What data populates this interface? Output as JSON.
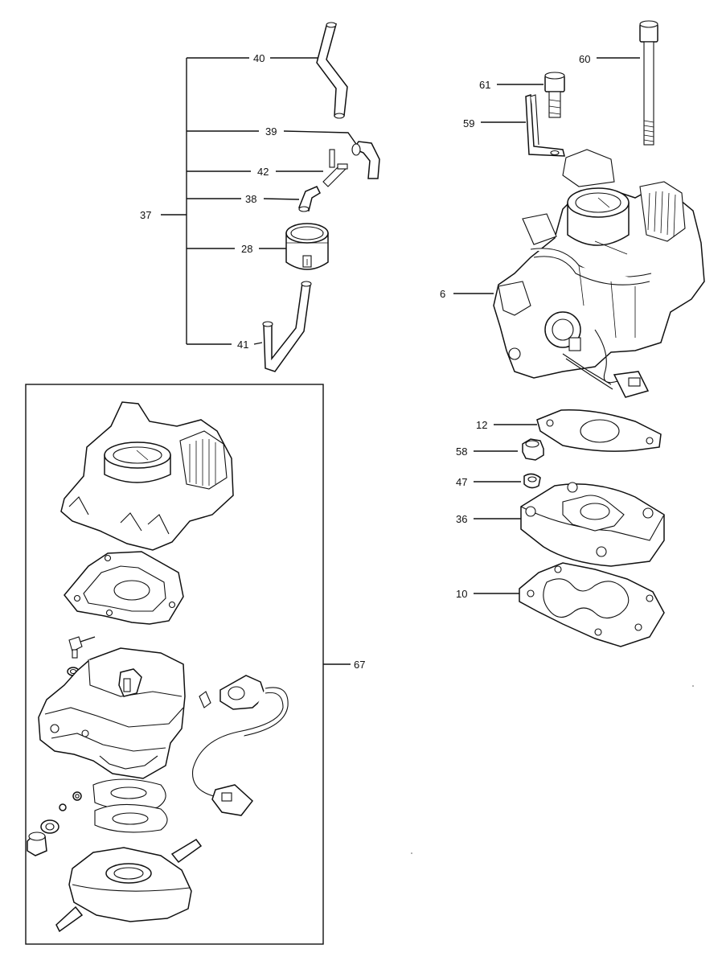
{
  "callouts": {
    "c40": "40",
    "c39": "39",
    "c42": "42",
    "c38": "38",
    "c37": "37",
    "c28": "28",
    "c41": "41",
    "c60": "60",
    "c61": "61",
    "c59": "59",
    "c6": "6",
    "c12": "12",
    "c58": "58",
    "c47": "47",
    "c36": "36",
    "c10": "10",
    "c67": "67"
  }
}
